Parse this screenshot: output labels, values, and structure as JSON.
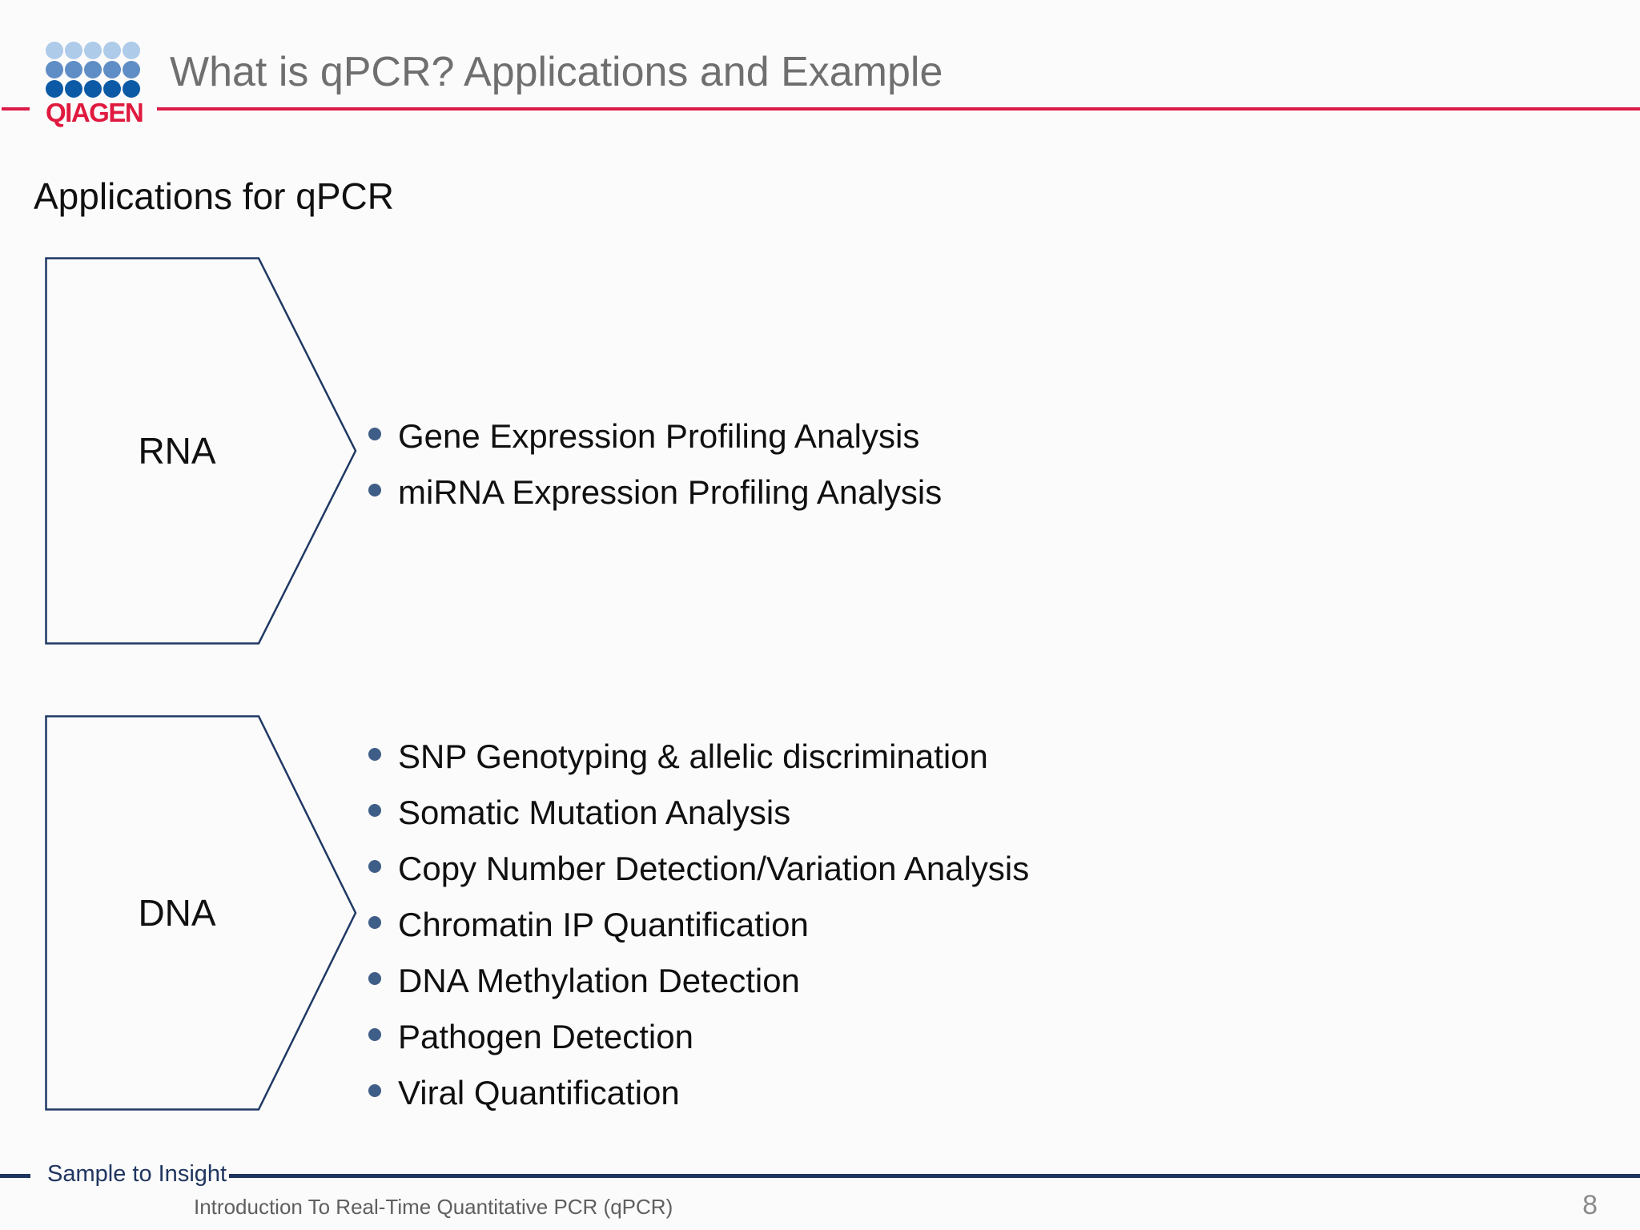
{
  "header": {
    "logo": {
      "wordmark": "QIAGEN",
      "wordmark_color": "#E01A3F",
      "dot_colors": [
        "#AECBE9",
        "#5F8DC6",
        "#0C5AA6"
      ]
    },
    "title": "What is qPCR? Applications and Example",
    "accent_color": "#DC1A48"
  },
  "main": {
    "heading": "Applications for qPCR",
    "shape_border_color": "#1F3864",
    "bullet_color": "#3F5E87",
    "sections": [
      {
        "label": "RNA",
        "items": [
          "Gene Expression Profiling Analysis",
          "miRNA Expression Profiling Analysis"
        ]
      },
      {
        "label": "DNA",
        "items": [
          "SNP Genotyping & allelic discrimination",
          "Somatic Mutation Analysis",
          "Copy Number Detection/Variation Analysis",
          "Chromatin IP Quantification",
          "DNA Methylation Detection",
          "Pathogen Detection",
          "Viral Quantification"
        ]
      }
    ]
  },
  "footer": {
    "tagline": "Sample to Insight",
    "doc_title": "Introduction To Real-Time Quantitative PCR (qPCR)",
    "page_number": "8",
    "line_color": "#1F3560"
  }
}
